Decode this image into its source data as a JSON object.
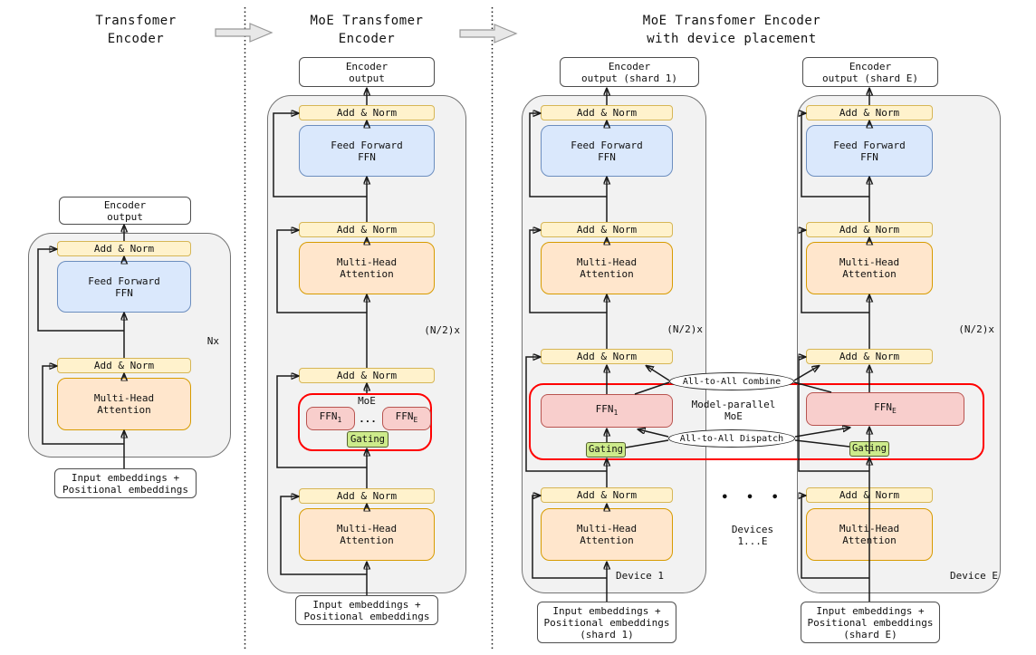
{
  "titles": {
    "diagram1": [
      "Transfomer",
      "Encoder"
    ],
    "diagram2": [
      "MoE Transfomer",
      "Encoder"
    ],
    "diagram3": [
      "MoE Transfomer Encoder",
      "with device placement"
    ]
  },
  "labels": {
    "add_norm": "Add & Norm",
    "feed_forward": [
      "Feed Forward",
      "FFN"
    ],
    "multi_head": [
      "Multi-Head",
      "Attention"
    ],
    "encoder_output": [
      "Encoder",
      "output"
    ],
    "input_embeddings": [
      "Input embeddings +",
      "Positional embeddings"
    ],
    "gating": "Gating",
    "moe": "MoE",
    "ffn_base": "FFN",
    "ffn_sub_1": "1",
    "ffn_sub_E": "E",
    "dots": "..."
  },
  "diagram1": {
    "repeat_label": "Nx"
  },
  "diagram2": {
    "repeat_label": "(N/2)x"
  },
  "diagram3": {
    "repeat_label": "(N/2)x",
    "encoder_output_shard1": [
      "Encoder",
      "output (shard 1)"
    ],
    "encoder_output_shardE": [
      "Encoder",
      "output (shard E)"
    ],
    "input_shard1": [
      "Input embeddings +",
      "Positional embeddings",
      "(shard 1)"
    ],
    "input_shardE": [
      "Input embeddings +",
      "Positional embeddings",
      "(shard E)"
    ],
    "device1_label": "Device 1",
    "deviceE_label": "Device E",
    "combine_label": "All-to-All Combine",
    "dispatch_label": "All-to-All Dispatch",
    "model_parallel": [
      "Model-parallel",
      "MoE"
    ],
    "devices_dots": "• • •",
    "devices_label": [
      "Devices",
      "1...E"
    ]
  },
  "colors": {
    "add_norm_fill": "#FFF2CC",
    "add_norm_border": "#D6B656",
    "feed_forward_fill": "#DAE8FC",
    "feed_forward_border": "#6C8EBF",
    "attention_fill": "#FFE6CC",
    "attention_border": "#D79B00",
    "expert_fill": "#F8CECC",
    "expert_border": "#B85450",
    "gating_fill": "#CDEB8B",
    "container_fill": "#F2F2F2",
    "moe_outline": "#FF0000",
    "line": "#1a1a1a"
  }
}
